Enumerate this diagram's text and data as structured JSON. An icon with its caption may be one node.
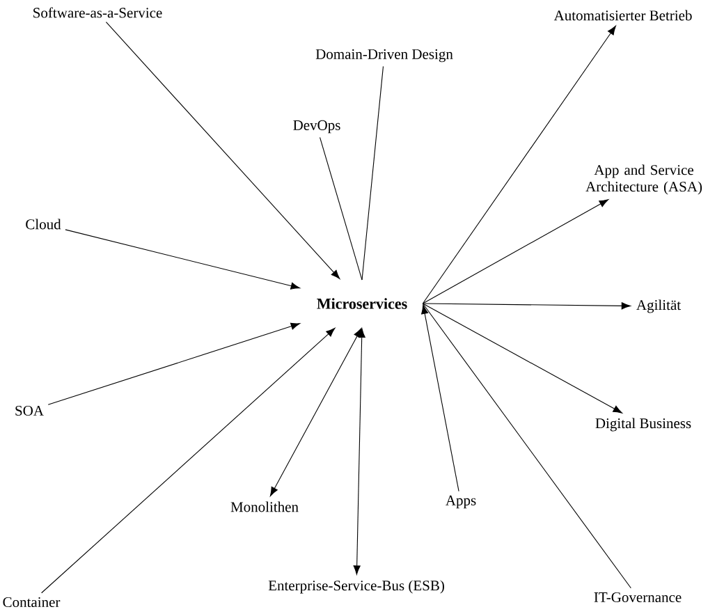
{
  "diagram": {
    "nodes": [
      {
        "text": [
          "Microservices"
        ]
      },
      {
        "text": [
          "Software-as-a-Service"
        ]
      },
      {
        "text": [
          "Domain-Driven Design"
        ]
      },
      {
        "text": [
          "Automatisierter Betrieb"
        ]
      },
      {
        "text": [
          "DevOps"
        ]
      },
      {
        "text": [
          "App and Service Architecture (ASA)"
        ]
      },
      {
        "text": [
          "Cloud"
        ]
      },
      {
        "text": [
          "Agilität"
        ]
      },
      {
        "text": [
          "SOA"
        ]
      },
      {
        "text": [
          "Digital Business"
        ]
      },
      {
        "text": [
          "Monolithen"
        ]
      },
      {
        "text": [
          "Apps"
        ]
      },
      {
        "text": [
          "Enterprise-Service-Bus (ESB)"
        ]
      },
      {
        "text": [
          "Container"
        ]
      },
      {
        "text": [
          "IT-Governance"
        ]
      }
    ],
    "edges": [
      {
        "from": 1,
        "to": 0,
        "arrow": "to"
      },
      {
        "from": 2,
        "to": 0,
        "arrow": "none"
      },
      {
        "from": 0,
        "to": 3,
        "arrow": "to"
      },
      {
        "from": 4,
        "to": 0,
        "arrow": "none"
      },
      {
        "from": 0,
        "to": 5,
        "arrow": "to"
      },
      {
        "from": 6,
        "to": 0,
        "arrow": "to"
      },
      {
        "from": 0,
        "to": 7,
        "arrow": "to"
      },
      {
        "from": 8,
        "to": 0,
        "arrow": "to"
      },
      {
        "from": 0,
        "to": 9,
        "arrow": "to"
      },
      {
        "from": 0,
        "to": 10,
        "arrow": "both"
      },
      {
        "from": 11,
        "to": 0,
        "arrow": "to"
      },
      {
        "from": 0,
        "to": 12,
        "arrow": "both"
      },
      {
        "from": 13,
        "to": 0,
        "arrow": "to"
      },
      {
        "from": 0,
        "to": 14,
        "arrow": "none"
      }
    ]
  }
}
